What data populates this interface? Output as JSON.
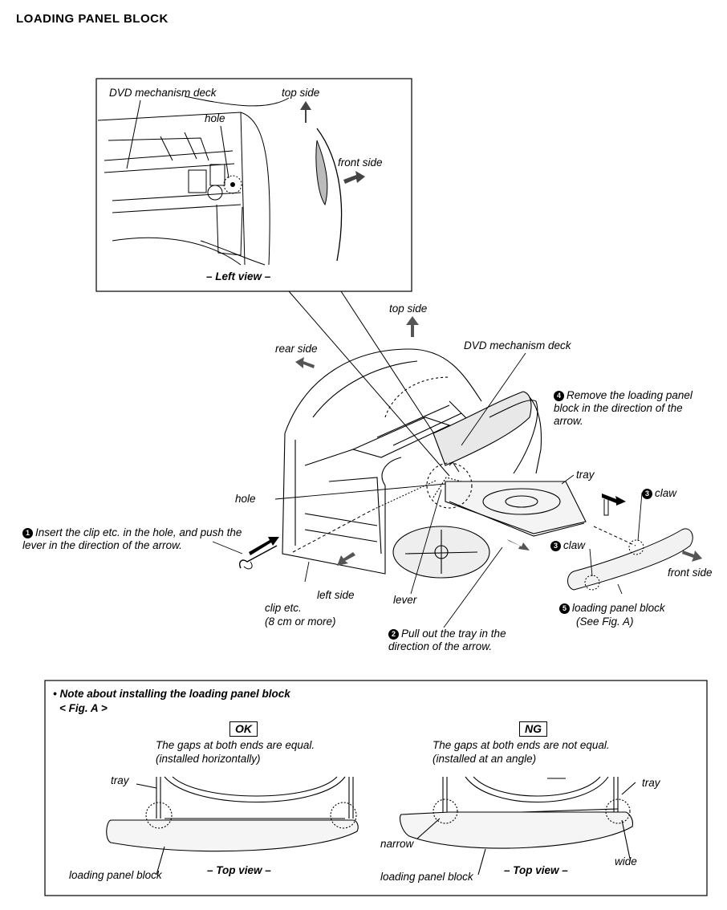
{
  "page": {
    "title": "LOADING PANEL BLOCK"
  },
  "inset": {
    "deck_label": "DVD mechanism deck",
    "hole_label": "hole",
    "top_side": "top side",
    "front_side": "front side",
    "caption": "– Left view –"
  },
  "main": {
    "top_side": "top side",
    "rear_side": "rear side",
    "deck_label": "DVD mechanism deck",
    "hole_label": "hole",
    "tray_label": "tray",
    "lever_label": "lever",
    "left_side": "left side",
    "front_side": "front side",
    "clip_label": "clip etc.",
    "clip_length": "(8 cm or more)",
    "claw_label": "claw",
    "panel_label": "loading panel block",
    "panel_ref": "(See Fig. A)"
  },
  "steps": [
    {
      "num": "1",
      "text": "Insert the clip etc. in the hole, and push the lever in the direction of the arrow."
    },
    {
      "num": "2",
      "text": "Pull out the tray in the direction of the arrow."
    },
    {
      "num": "3",
      "text": "claw"
    },
    {
      "num": "4",
      "text": "Remove the loading panel block in the direction of the arrow."
    },
    {
      "num": "5",
      "text": "loading panel block"
    }
  ],
  "note": {
    "heading": "• Note about installing the loading panel block",
    "fig": "< Fig. A >",
    "ok": {
      "badge": "OK",
      "line1": "The gaps at both ends are equal.",
      "line2": "(installed horizontally)",
      "tray": "tray",
      "panel": "loading panel block",
      "caption": "– Top view –"
    },
    "ng": {
      "badge": "NG",
      "line1": "The gaps at both ends are not equal.",
      "line2": "(installed at an angle)",
      "tray": "tray",
      "narrow": "narrow",
      "wide": "wide",
      "panel": "loading panel block",
      "caption": "– Top view –"
    }
  }
}
